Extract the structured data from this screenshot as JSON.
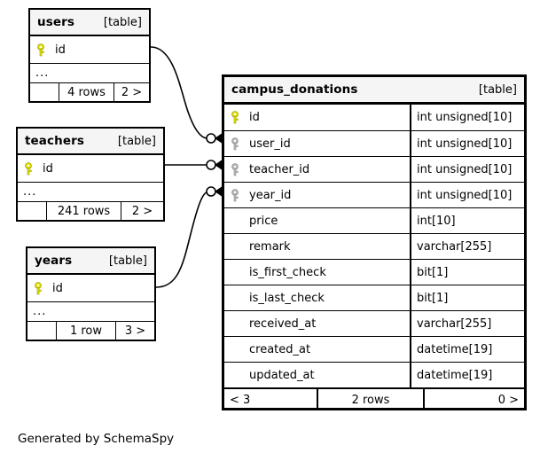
{
  "diagram": {
    "type": "entity-relationship-diagram",
    "caption": "Generated by SchemaSpy",
    "colors": {
      "primary_key": "#e8e800",
      "foreign_key": "#b3b3b3",
      "header_background": "#f5f5f5",
      "border": "#000000",
      "background": "#ffffff"
    }
  },
  "tables": {
    "users": {
      "name": "users",
      "tag": "[table]",
      "columns": [
        {
          "name": "id",
          "key": "primary-key"
        }
      ],
      "ellipsis": "...",
      "footer": {
        "left": "",
        "center": "4 rows",
        "right": "2 >"
      }
    },
    "teachers": {
      "name": "teachers",
      "tag": "[table]",
      "columns": [
        {
          "name": "id",
          "key": "primary-key"
        }
      ],
      "ellipsis": "...",
      "footer": {
        "left": "",
        "center": "241 rows",
        "right": "2 >"
      }
    },
    "years": {
      "name": "years",
      "tag": "[table]",
      "columns": [
        {
          "name": "id",
          "key": "primary-key"
        }
      ],
      "ellipsis": "...",
      "footer": {
        "left": "",
        "center": "1 row",
        "right": "3 >"
      }
    },
    "campus_donations": {
      "name": "campus_donations",
      "tag": "[table]",
      "columns": [
        {
          "name": "id",
          "type": "int unsigned[10]",
          "key": "primary-key"
        },
        {
          "name": "user_id",
          "type": "int unsigned[10]",
          "key": "foreign-key"
        },
        {
          "name": "teacher_id",
          "type": "int unsigned[10]",
          "key": "foreign-key"
        },
        {
          "name": "year_id",
          "type": "int unsigned[10]",
          "key": "foreign-key"
        },
        {
          "name": "price",
          "type": "int[10]",
          "key": "none"
        },
        {
          "name": "remark",
          "type": "varchar[255]",
          "key": "none"
        },
        {
          "name": "is_first_check",
          "type": "bit[1]",
          "key": "none"
        },
        {
          "name": "is_last_check",
          "type": "bit[1]",
          "key": "none"
        },
        {
          "name": "received_at",
          "type": "varchar[255]",
          "key": "none"
        },
        {
          "name": "created_at",
          "type": "datetime[19]",
          "key": "none"
        },
        {
          "name": "updated_at",
          "type": "datetime[19]",
          "key": "none"
        }
      ],
      "footer": {
        "left": "< 3",
        "center": "2 rows",
        "right": "0 >"
      }
    }
  },
  "relationships": [
    {
      "from": "users",
      "from_column": "id",
      "to": "campus_donations",
      "to_column": "user_id"
    },
    {
      "from": "teachers",
      "from_column": "id",
      "to": "campus_donations",
      "to_column": "teacher_id"
    },
    {
      "from": "years",
      "from_column": "id",
      "to": "campus_donations",
      "to_column": "year_id"
    }
  ]
}
